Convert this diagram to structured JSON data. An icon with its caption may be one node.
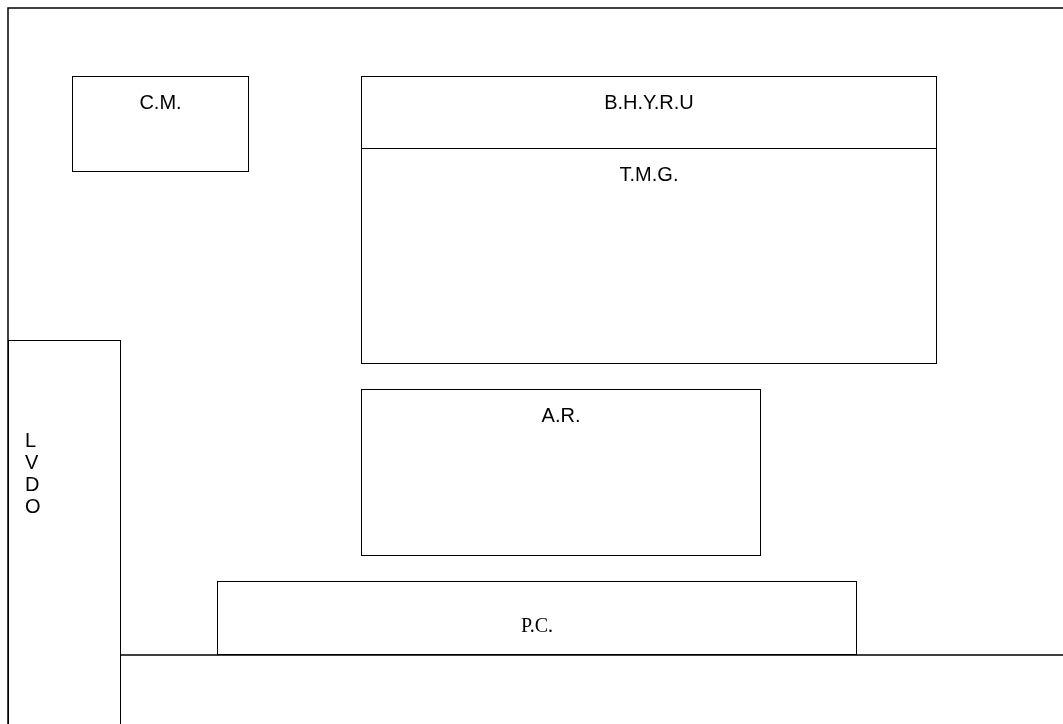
{
  "diagram": {
    "nodes": [
      {
        "text": [
          "C.M."
        ]
      },
      {
        "text": [
          "B.H.Y.R.U"
        ]
      },
      {
        "text": [
          "T.M.G."
        ]
      },
      {
        "text": [
          "A.R."
        ]
      },
      {
        "text": [
          "P.C."
        ]
      },
      {
        "text": [
          "LVDO"
        ]
      }
    ]
  }
}
